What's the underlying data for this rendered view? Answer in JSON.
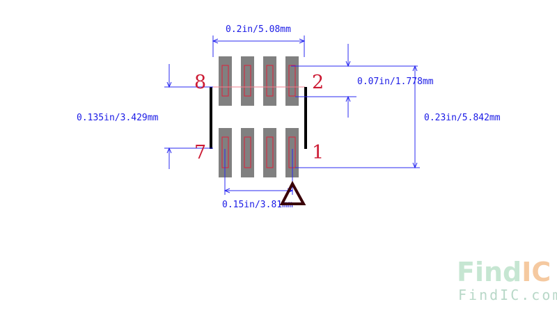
{
  "dimensions": {
    "width": "0.2in/5.08mm",
    "pitch": "0.07in/1.778mm",
    "row_spacing": "0.135in/3.429mm",
    "overall": "0.23in/5.842mm",
    "bottom": "0.15in/3.81mm"
  },
  "pins": {
    "top_left": "8",
    "top_right": "2",
    "bottom_left": "7",
    "bottom_right": "1"
  },
  "watermark": {
    "logo": "FindIC",
    "url": "FindIC.com"
  },
  "colors": {
    "dimension_line": "#2a2af0",
    "pin_label": "#cc1a33",
    "pad": "#808080",
    "outline": "#000000",
    "watermark_green": "#c6e6d2",
    "watermark_orange": "#f5c9a0"
  }
}
